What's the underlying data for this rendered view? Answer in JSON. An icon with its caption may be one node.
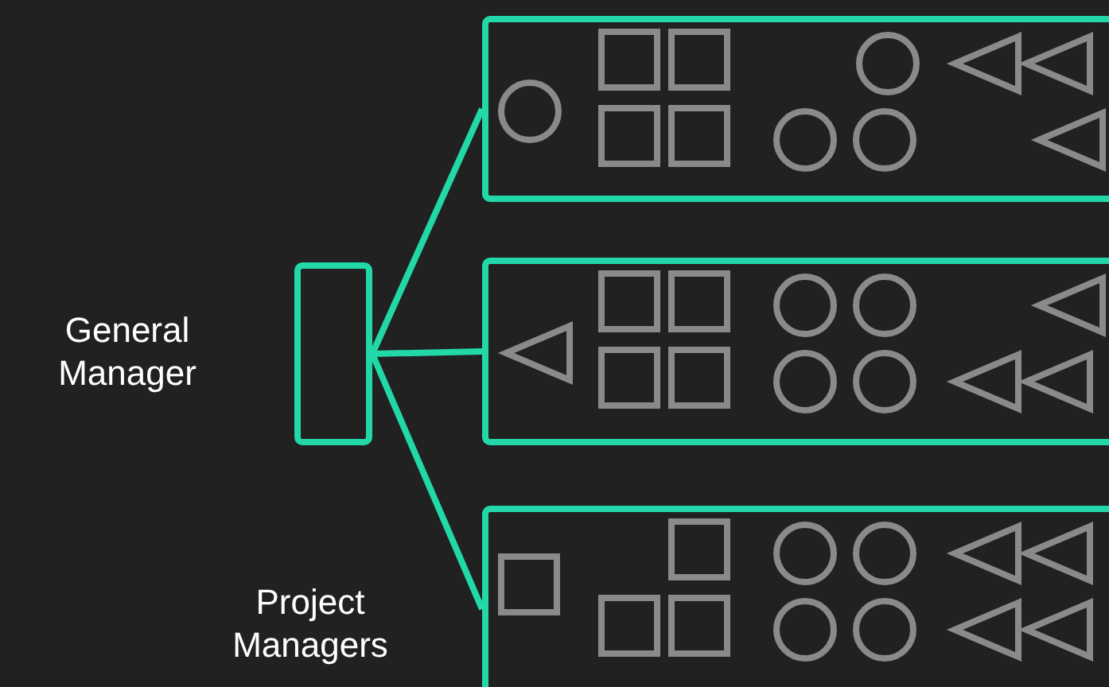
{
  "diagram": {
    "nodes": [
      {
        "text": [],
        "shape": "box",
        "beside": [
          "General Manager"
        ]
      },
      {
        "text": [],
        "shape": "box"
      },
      {
        "text": [],
        "shape": "box"
      },
      {
        "text": [],
        "shape": "box"
      }
    ],
    "edges": [
      {
        "from": 0,
        "to": 1,
        "arrow": "none"
      },
      {
        "from": 0,
        "to": 2,
        "arrow": "none"
      },
      {
        "from": 0,
        "to": 3,
        "arrow": "none"
      }
    ],
    "labels": [
      "Project Managers"
    ]
  }
}
